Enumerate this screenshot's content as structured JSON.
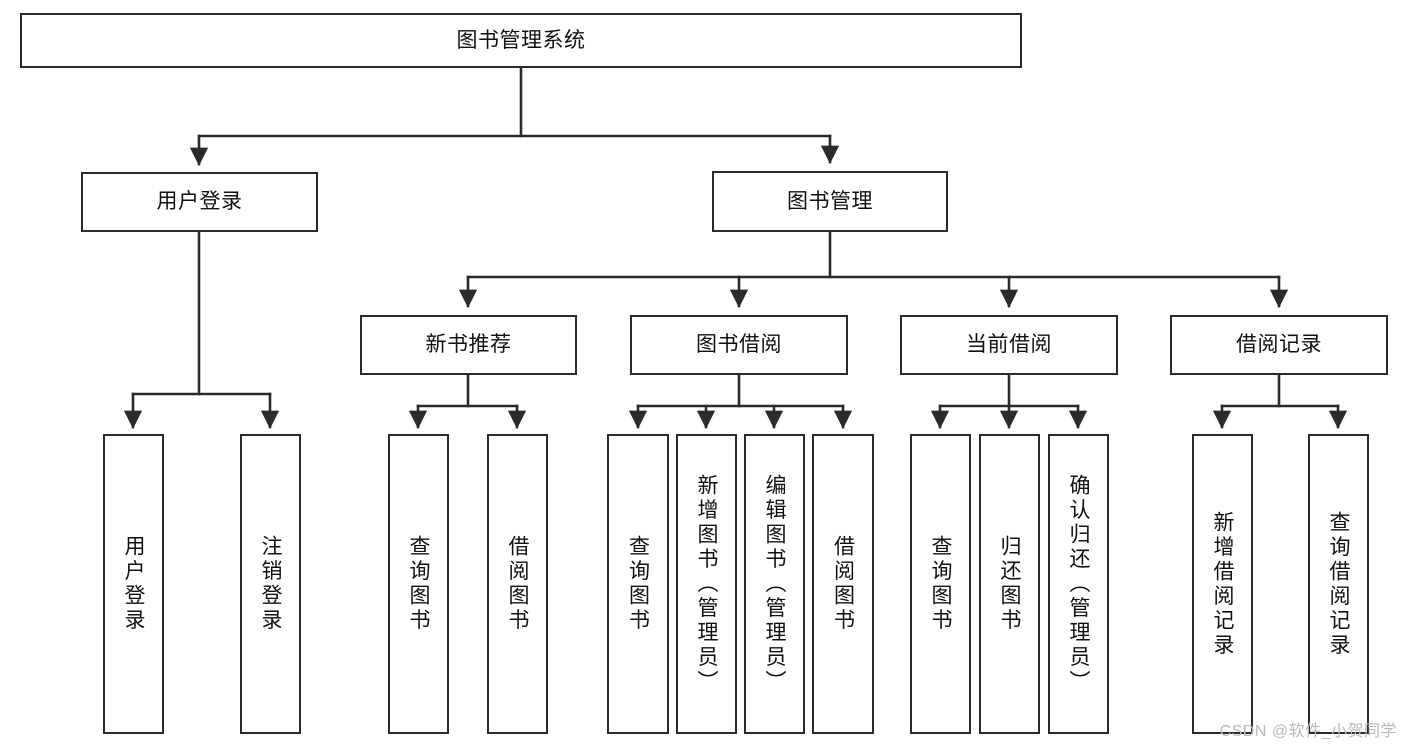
{
  "diagram": {
    "title": "图书管理系统",
    "type": "tree",
    "orientation": "top-down",
    "line_color": "#2b2b2b",
    "box_fill": "#ffffff",
    "text_color": "#111111",
    "root": {
      "id": "root",
      "label": "图书管理系统"
    },
    "level1": [
      {
        "id": "user-login",
        "label": "用户登录"
      },
      {
        "id": "book-manage",
        "label": "图书管理"
      }
    ],
    "level2": [
      {
        "id": "new-book-recommend",
        "label": "新书推荐",
        "parent": "book-manage"
      },
      {
        "id": "book-borrow",
        "label": "图书借阅",
        "parent": "book-manage"
      },
      {
        "id": "current-borrow",
        "label": "当前借阅",
        "parent": "book-manage"
      },
      {
        "id": "borrow-record",
        "label": "借阅记录",
        "parent": "book-manage"
      }
    ],
    "leaves": [
      {
        "id": "leaf-user-login",
        "label": "用户登录",
        "parent": "user-login"
      },
      {
        "id": "leaf-logout",
        "label": "注销登录",
        "parent": "user-login"
      },
      {
        "id": "leaf-query-book-1",
        "label": "查询图书",
        "parent": "new-book-recommend"
      },
      {
        "id": "leaf-borrow-book-1",
        "label": "借阅图书",
        "parent": "new-book-recommend"
      },
      {
        "id": "leaf-query-book-2",
        "label": "查询图书",
        "parent": "book-borrow"
      },
      {
        "id": "leaf-add-book",
        "label": "新增图书（管理员）",
        "parent": "book-borrow"
      },
      {
        "id": "leaf-edit-book",
        "label": "编辑图书（管理员）",
        "parent": "book-borrow"
      },
      {
        "id": "leaf-borrow-book-2",
        "label": "借阅图书",
        "parent": "book-borrow"
      },
      {
        "id": "leaf-query-book-3",
        "label": "查询图书",
        "parent": "current-borrow"
      },
      {
        "id": "leaf-return-book",
        "label": "归还图书",
        "parent": "current-borrow"
      },
      {
        "id": "leaf-confirm-return",
        "label": "确认归还（管理员）",
        "parent": "current-borrow"
      },
      {
        "id": "leaf-add-record",
        "label": "新增借阅记录",
        "parent": "borrow-record"
      },
      {
        "id": "leaf-query-record",
        "label": "查询借阅记录",
        "parent": "borrow-record"
      }
    ]
  },
  "watermark": {
    "text": "CSDN @软件_小贺同学"
  }
}
